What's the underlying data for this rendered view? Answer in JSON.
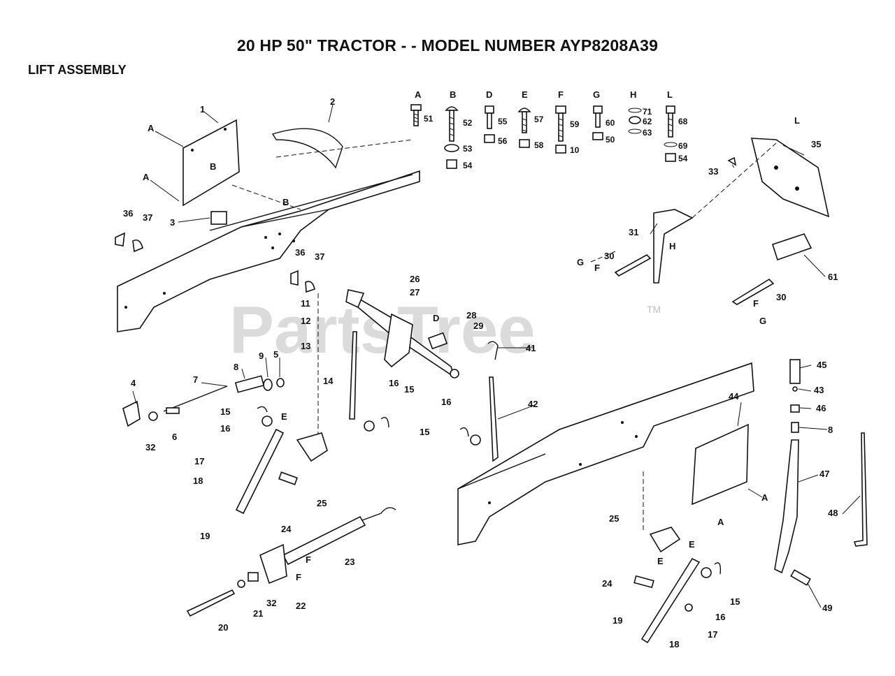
{
  "header": {
    "title": "20 HP 50\" TRACTOR - - MODEL NUMBER AYP8208A39",
    "subtitle": "LIFT ASSEMBLY"
  },
  "watermark": {
    "text": "PartsTree",
    "tm": "TM"
  },
  "hardware_key": {
    "letters": [
      "A",
      "B",
      "D",
      "E",
      "F",
      "G",
      "H",
      "L"
    ],
    "numbers": [
      "51",
      "52",
      "53",
      "54",
      "55",
      "56",
      "57",
      "58",
      "59",
      "10",
      "60",
      "50",
      "71",
      "62",
      "63",
      "68",
      "69",
      "54"
    ]
  },
  "callouts": {
    "c1": "1",
    "c2": "2",
    "c3": "3",
    "c4": "4",
    "c5": "5",
    "c6": "6",
    "c7": "7",
    "c8a": "8",
    "c8b": "8",
    "c9": "9",
    "c11": "11",
    "c12": "12",
    "c13": "13",
    "c14": "14",
    "c15a": "15",
    "c15b": "15",
    "c15c": "15",
    "c15d": "15",
    "c16a": "16",
    "c16b": "16",
    "c16c": "16",
    "c16d": "16",
    "c17a": "17",
    "c17b": "17",
    "c18a": "18",
    "c18b": "18",
    "c19a": "19",
    "c19b": "19",
    "c20": "20",
    "c21": "21",
    "c22": "22",
    "c23": "23",
    "c24a": "24",
    "c24b": "24",
    "c25a": "25",
    "c25b": "25",
    "c26": "26",
    "c27": "27",
    "c28": "28",
    "c29": "29",
    "c30a": "30",
    "c30b": "30",
    "c31": "31",
    "c32a": "32",
    "c32b": "32",
    "c33": "33",
    "c35": "35",
    "c36a": "36",
    "c36b": "36",
    "c37a": "37",
    "c37b": "37",
    "c41": "41",
    "c42": "42",
    "c43": "43",
    "c44": "44",
    "c45": "45",
    "c46": "46",
    "c47": "47",
    "c48": "48",
    "c49": "49",
    "c61": "61",
    "lA1": "A",
    "lA2": "A",
    "lA3": "A",
    "lA4": "A",
    "lB1": "B",
    "lB2": "B",
    "lD": "D",
    "lE1": "E",
    "lE2": "E",
    "lE3": "E",
    "lF1": "F",
    "lF2": "F",
    "lF3": "F",
    "lF4": "F",
    "lG1": "G",
    "lG2": "G",
    "lH": "H",
    "lL": "L"
  }
}
